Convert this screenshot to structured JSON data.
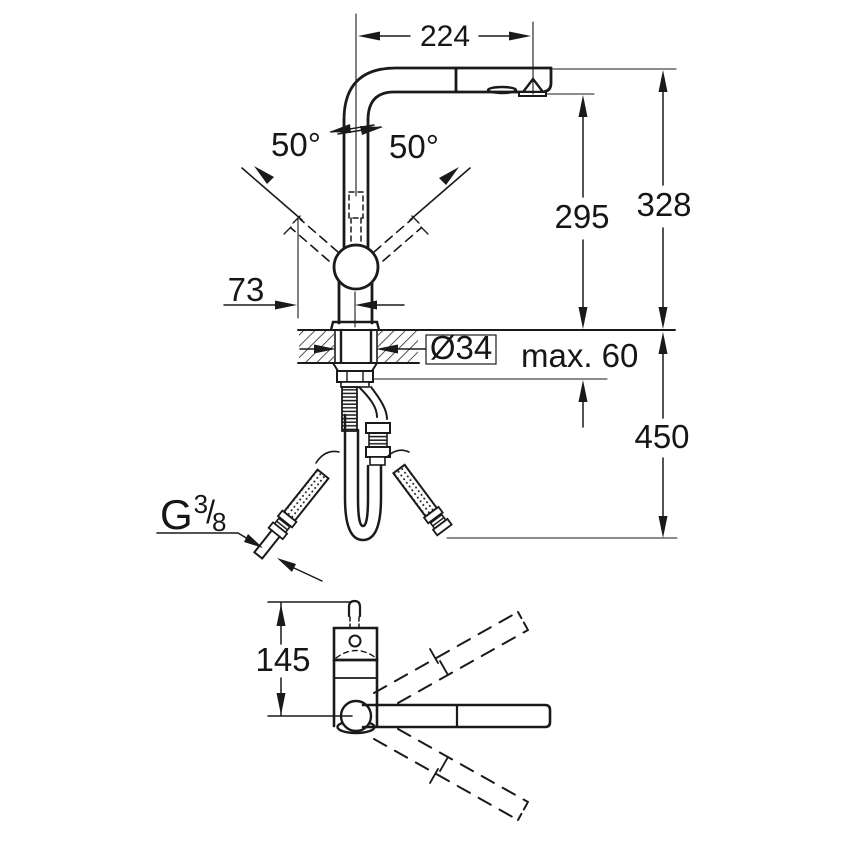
{
  "colors": {
    "line": "#1a1a1a",
    "background": "#ffffff"
  },
  "front_view": {
    "dim_spout_reach": "224",
    "dim_swivel_left": "50°",
    "dim_swivel_right": "50°",
    "dim_height_outlet": "295",
    "dim_height_total": "328",
    "dim_offset": "73",
    "dim_hole_diameter": "Ø34",
    "dim_deck_thickness": "max. 60",
    "dim_hose_length": "450",
    "connection": {
      "g": "G",
      "numerator": "3",
      "slash": "/",
      "denominator": "8"
    }
  },
  "plan_view": {
    "dim_body_height": "145"
  }
}
